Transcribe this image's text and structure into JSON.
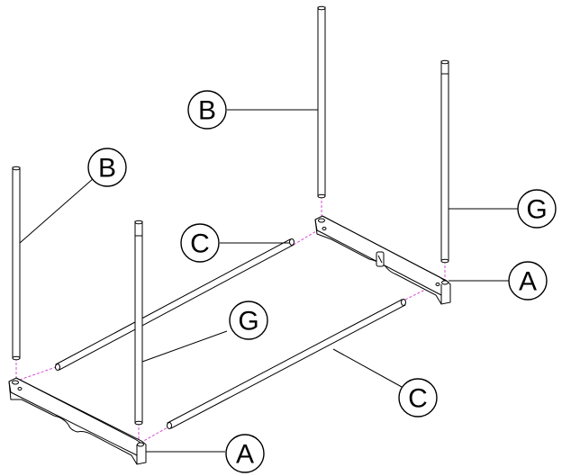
{
  "labels": {
    "pole_back": "B",
    "pole_front": "G",
    "rod": "C",
    "base": "A"
  }
}
